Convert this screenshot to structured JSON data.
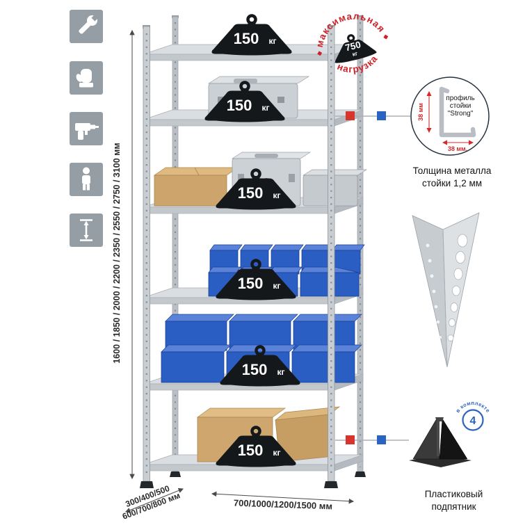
{
  "sidebar": {
    "icons": [
      "wrench-icon",
      "gloves-icon",
      "drill-icon",
      "person-icon",
      "dimensions-icon"
    ]
  },
  "rack": {
    "weights": [
      {
        "value": "150",
        "unit": "кг"
      },
      {
        "value": "150",
        "unit": "кг"
      },
      {
        "value": "150",
        "unit": "кг"
      },
      {
        "value": "150",
        "unit": "кг"
      },
      {
        "value": "150",
        "unit": "кг"
      },
      {
        "value": "150",
        "unit": "кг"
      }
    ],
    "max_load": {
      "arc_top": "максимальная",
      "arc_bottom": "нагрузка",
      "value": "750",
      "unit": "кг"
    }
  },
  "dimensions": {
    "height": "1600 / 1850 / 2000 / 2200 / 2350 / 2550 / 2750 / 3100 мм",
    "depth_line1": "300/400/500",
    "depth_line2": "600/700/800 мм",
    "width": "700/1000/1200/1500 мм"
  },
  "callouts": {
    "profile": {
      "label_line1": "профиль",
      "label_line2": "стойки",
      "label_line3": "\"Strong\"",
      "dim_vertical": "38 мм",
      "dim_horizontal": "38 мм.",
      "caption_line1": "Толщина металла",
      "caption_line2": "стойки 1,2 мм"
    },
    "foot": {
      "badge_number": "4",
      "badge_text": "в комплекте",
      "caption_line1": "Пластиковый",
      "caption_line2": "подпятник"
    }
  },
  "colors": {
    "accent_red": "#cd2128",
    "accent_blue": "#2b63c0",
    "metal_light": "#dadee2",
    "bin_blue": "#2a5ec2",
    "cardboard": "#cda46c"
  }
}
